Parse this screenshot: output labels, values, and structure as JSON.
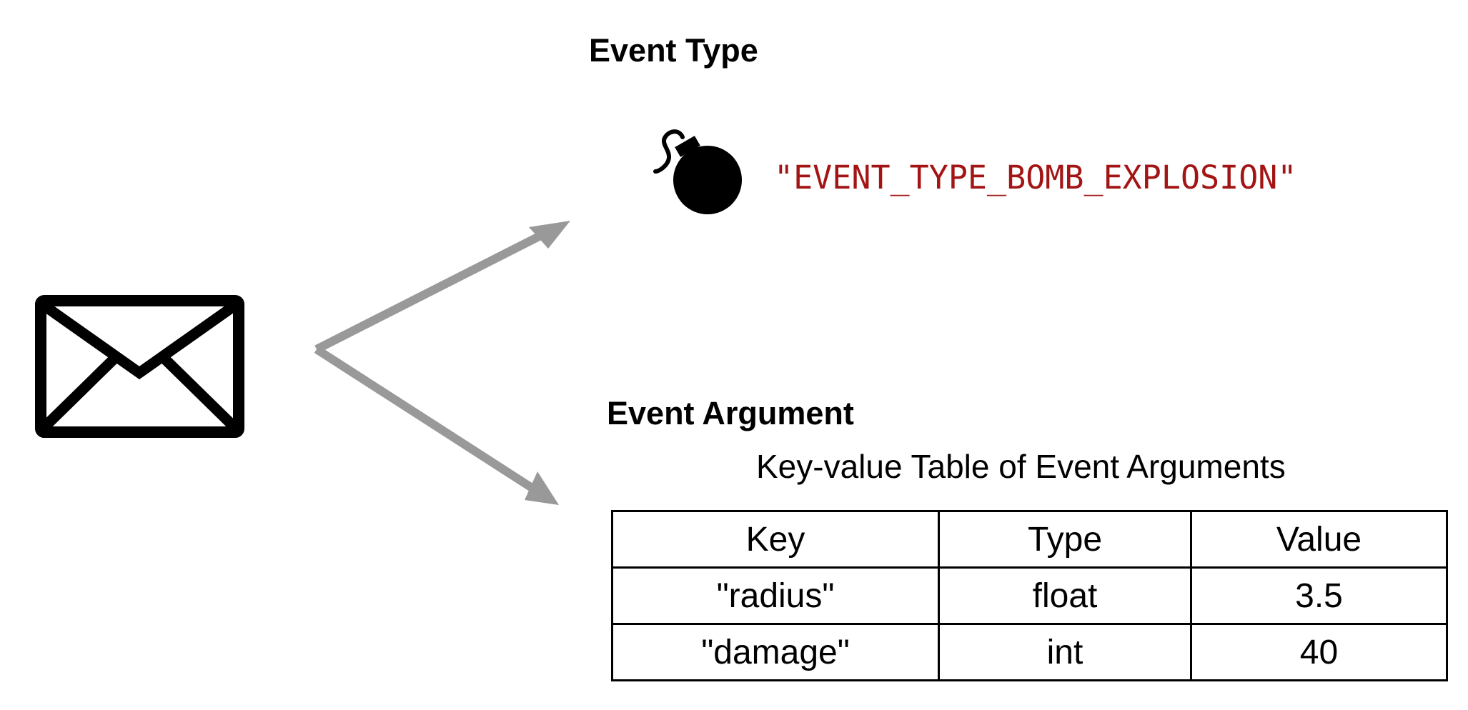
{
  "event_type": {
    "title": "Event Type",
    "icon": "bomb-icon",
    "value": "\"EVENT_TYPE_BOMB_EXPLOSION\"",
    "value_color": "#a31515"
  },
  "message_icon": "envelope-icon",
  "arrow_color": "#999999",
  "event_argument": {
    "title": "Event Argument",
    "caption": "Key-value Table of Event Arguments",
    "headers": [
      "Key",
      "Type",
      "Value"
    ],
    "rows": [
      [
        "\"radius\"",
        "float",
        "3.5"
      ],
      [
        "\"damage\"",
        "int",
        "40"
      ]
    ]
  }
}
